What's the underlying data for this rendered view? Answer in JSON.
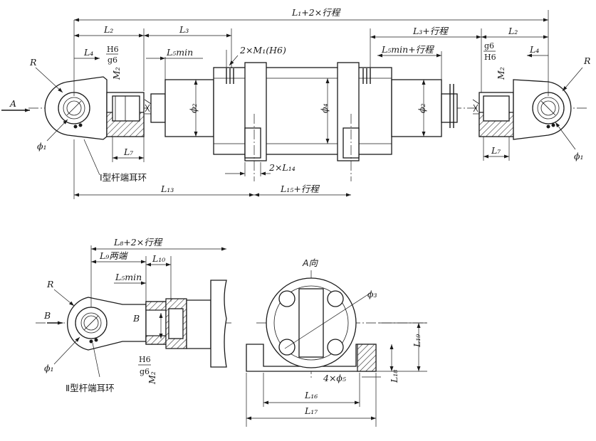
{
  "labels": {
    "top_total": "L₁+2×行程",
    "L2": "L₂",
    "L3": "L₃",
    "L3_stroke": "L₃+行程",
    "L4": "L₄",
    "L5min": "L₅min",
    "L5min_stroke": "L₅min+行程",
    "L7": "L₇",
    "M1": "2×M₁(H6)",
    "M2": "M₂",
    "fit_h6_g6_top": "H6",
    "fit_h6_g6_bot": "g6",
    "fit_g6_h6_top": "g6",
    "fit_g6_h6_bot": "H6",
    "R": "R",
    "A": "A",
    "B": "B",
    "phi1": "ϕ₁",
    "phi2": "ϕ₂",
    "phi3": "ϕ₃",
    "phi4": "ϕ₄",
    "phi5": "4×ϕ₅",
    "type1": "Ⅰ型杆端耳环",
    "type2": "Ⅱ型杆端耳环",
    "L13": "L₁₃",
    "L14": "2×L₁₄",
    "L15": "L₁₅+行程",
    "L8": "L₈+2×行程",
    "L9": "L₉两端",
    "L10": "L₁₀",
    "A_dir": "A向",
    "L16": "L₁₆",
    "L17": "L₁₇",
    "L18": "L₁₈",
    "L19": "L₁₉"
  }
}
